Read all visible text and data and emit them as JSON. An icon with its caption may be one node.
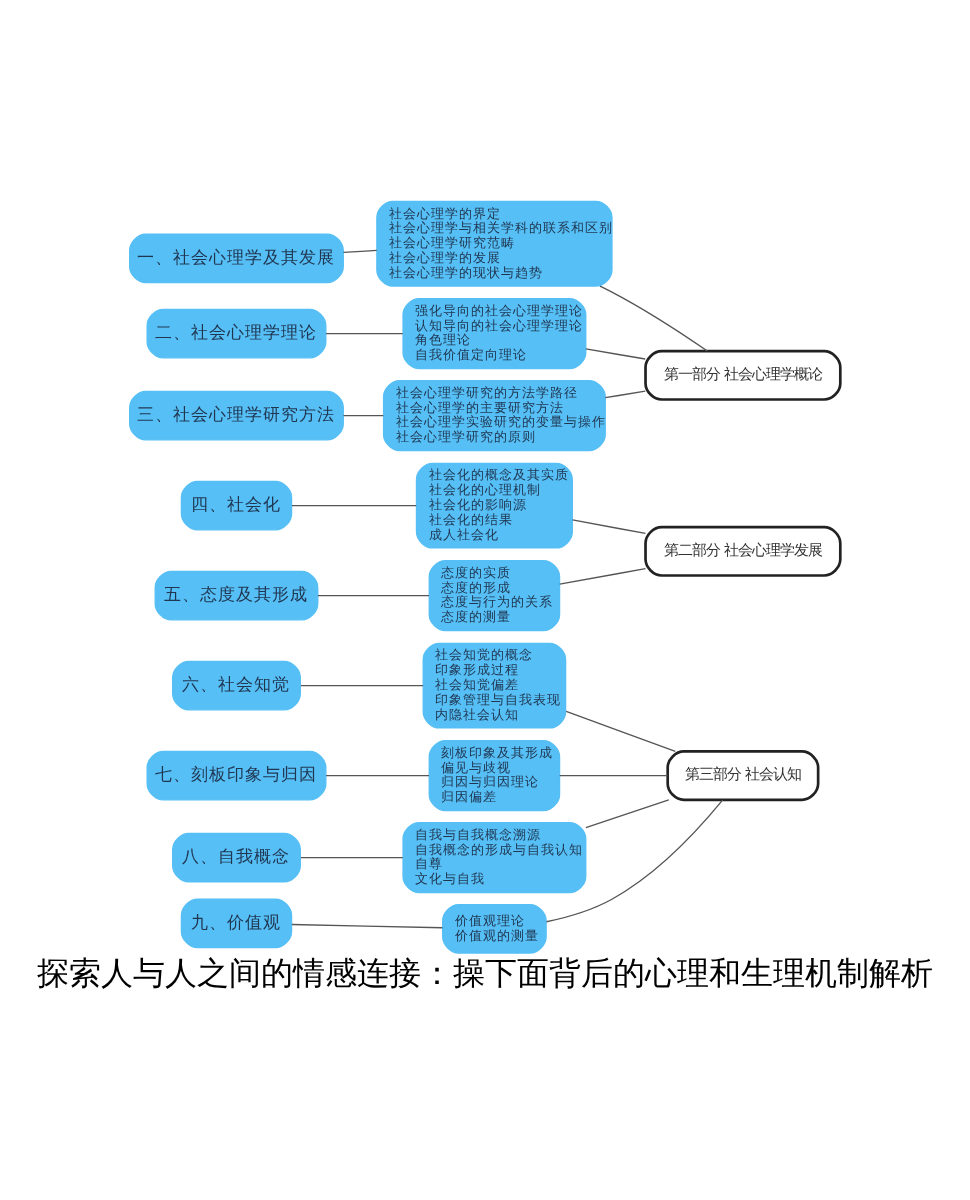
{
  "diagram": {
    "caption": "探索人与人之间的情感连接：操下面背后的心理和生理机制解析",
    "nodes": [
      {
        "text": [
          "一、社会心理学及其发展"
        ]
      },
      {
        "text": [
          "二、社会心理学理论"
        ]
      },
      {
        "text": [
          "三、社会心理学研究方法"
        ]
      },
      {
        "text": [
          "四、社会化"
        ]
      },
      {
        "text": [
          "五、态度及其形成"
        ]
      },
      {
        "text": [
          "六、社会知觉"
        ]
      },
      {
        "text": [
          "七、刻板印象与归因"
        ]
      },
      {
        "text": [
          "八、自我概念"
        ]
      },
      {
        "text": [
          "九、价值观"
        ]
      },
      {
        "text": [
          "社会心理学的界定",
          "社会心理学与相关学科的联系和区别",
          "社会心理学研究范畴",
          "社会心理学的发展",
          "社会心理学的现状与趋势"
        ]
      },
      {
        "text": [
          "强化导向的社会心理学理论",
          "认知导向的社会心理学理论",
          "角色理论",
          "自我价值定向理论"
        ]
      },
      {
        "text": [
          "社会心理学研究的方法学路径",
          "社会心理学的主要研究方法",
          "社会心理学实验研究的变量与操作",
          "社会心理学研究的原则"
        ]
      },
      {
        "text": [
          "社会化的概念及其实质",
          "社会化的心理机制",
          "社会化的影响源",
          "社会化的结果",
          "成人社会化"
        ]
      },
      {
        "text": [
          "态度的实质",
          "态度的形成",
          "态度与行为的关系",
          "态度的测量"
        ]
      },
      {
        "text": [
          "社会知觉的概念",
          "印象形成过程",
          "社会知觉偏差",
          "印象管理与自我表现",
          "内隐社会认知"
        ]
      },
      {
        "text": [
          "刻板印象及其形成",
          "偏见与歧视",
          "归因与归因理论",
          "归因偏差"
        ]
      },
      {
        "text": [
          "自我与自我概念溯源",
          "自我概念的形成与自我认知",
          "自尊",
          "文化与自我"
        ]
      },
      {
        "text": [
          "价值观理论",
          "价值观的测量"
        ]
      },
      {
        "text": [
          "第一部分 社会心理学概论"
        ]
      },
      {
        "text": [
          "第二部分 社会心理学发展"
        ]
      },
      {
        "text": [
          "第三部分 社会认知"
        ]
      }
    ],
    "edges": [
      {
        "from": 0,
        "to": 9,
        "arrow": "none"
      },
      {
        "from": 1,
        "to": 10,
        "arrow": "none"
      },
      {
        "from": 2,
        "to": 11,
        "arrow": "none"
      },
      {
        "from": 3,
        "to": 12,
        "arrow": "none"
      },
      {
        "from": 4,
        "to": 13,
        "arrow": "none"
      },
      {
        "from": 5,
        "to": 14,
        "arrow": "none"
      },
      {
        "from": 6,
        "to": 15,
        "arrow": "none"
      },
      {
        "from": 7,
        "to": 16,
        "arrow": "none"
      },
      {
        "from": 8,
        "to": 17,
        "arrow": "none"
      },
      {
        "from": 9,
        "to": 18,
        "arrow": "none"
      },
      {
        "from": 10,
        "to": 18,
        "arrow": "none"
      },
      {
        "from": 11,
        "to": 18,
        "arrow": "none"
      },
      {
        "from": 12,
        "to": 19,
        "arrow": "none"
      },
      {
        "from": 13,
        "to": 19,
        "arrow": "none"
      },
      {
        "from": 14,
        "to": 20,
        "arrow": "none"
      },
      {
        "from": 15,
        "to": 20,
        "arrow": "none"
      },
      {
        "from": 16,
        "to": 20,
        "arrow": "none"
      },
      {
        "from": 17,
        "to": 20,
        "arrow": "none"
      }
    ]
  }
}
